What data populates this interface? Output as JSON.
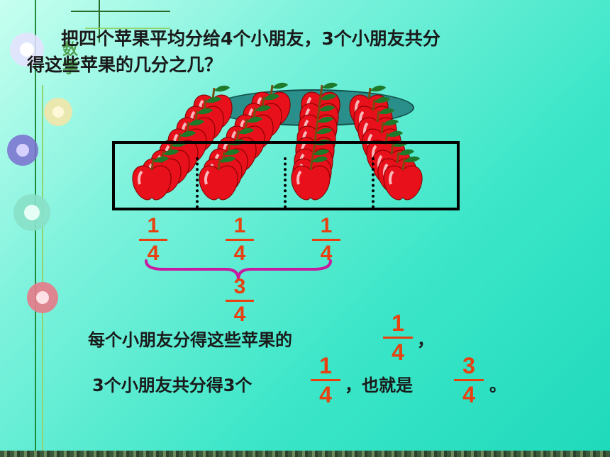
{
  "question": {
    "line1": "把四个苹果平均分给4个小朋友，3个小朋友共分",
    "line2": "得这些苹果的几分之几？"
  },
  "side_label": "数学",
  "group_fractions": [
    {
      "num": "1",
      "den": "4"
    },
    {
      "num": "1",
      "den": "4"
    },
    {
      "num": "1",
      "den": "4"
    }
  ],
  "sum_fraction": {
    "num": "3",
    "den": "4"
  },
  "statement1": {
    "text": "每个小朋友分得这些苹果的",
    "frac": {
      "num": "1",
      "den": "4"
    },
    "suffix": "，"
  },
  "statement2": {
    "text": "3个小朋友共分得3个",
    "frac1": {
      "num": "1",
      "den": "4"
    },
    "middle": "，也就是",
    "frac2": {
      "num": "3",
      "den": "4"
    },
    "suffix": "。"
  },
  "colors": {
    "apple": "#e8101a",
    "fraction": "#e8410f",
    "brace": "#c81aa0",
    "leaf": "#1e7a2a"
  }
}
